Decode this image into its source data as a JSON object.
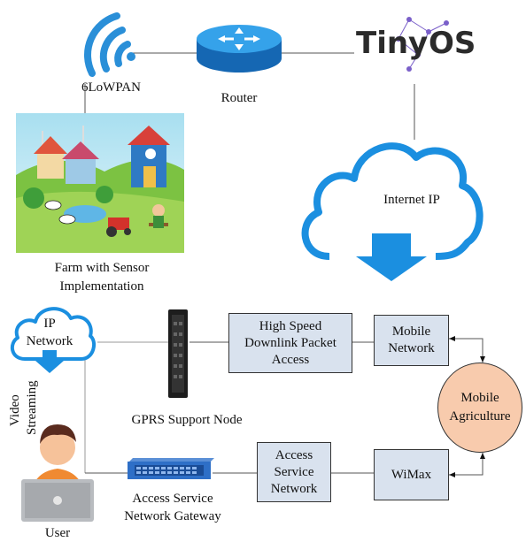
{
  "nodes": {
    "sixlowpan": "6LoWPAN",
    "router": "Router",
    "tinyos_logo": "TinyOS",
    "internet_ip": "Internet IP",
    "farm": "Farm with Sensor\nImplementation",
    "ip_network": "IP\nNetwork",
    "video_streaming_1": "Video",
    "video_streaming_2": "Streaming",
    "gprs_support_node": "GPRS Support Node",
    "hsdpa": "High Speed\nDownlink Packet\nAccess",
    "mobile_network": "Mobile\nNetwork",
    "mobile_agriculture": "Mobile\nAgriculture",
    "wimax": "WiMax",
    "access_service_network": "Access\nService\nNetwork",
    "access_service_network_gateway": "Access Service\nNetwork Gateway",
    "user": "User"
  },
  "colors": {
    "cloud_stroke": "#1b8fe0",
    "box_fill": "#d9e2ee",
    "mobile_agri_fill": "#f8cbad",
    "wifi_blue": "#2a8fd8",
    "router_blue": "#1e88d6"
  }
}
